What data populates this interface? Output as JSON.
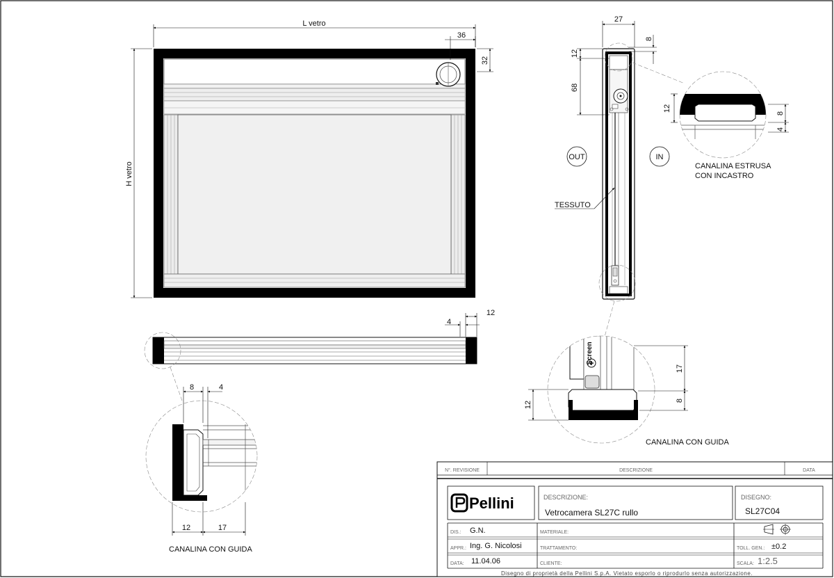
{
  "front_view": {
    "width_label": "L vetro",
    "height_label": "H vetro",
    "dim_36": "36",
    "dim_32": "32"
  },
  "section_view": {
    "dim_27": "27",
    "dim_8": "8",
    "dim_12": "12",
    "dim_68": "68",
    "out_label": "OUT",
    "in_label": "IN",
    "tessuto_label": "TESSUTO"
  },
  "detail_top": {
    "dim_12": "12",
    "dim_8": "8",
    "dim_4": "4",
    "caption_line1": "CANALINA ESTRUSA",
    "caption_line2": "CON INCASTRO"
  },
  "plan_view": {
    "dim_4": "4",
    "dim_12": "12"
  },
  "detail_left": {
    "dim_8": "8",
    "dim_4": "4",
    "dim_12": "12",
    "dim_17": "17",
    "caption": "CANALINA CON GUIDA"
  },
  "detail_bottom": {
    "dim_17": "17",
    "dim_8": "8",
    "dim_12": "12",
    "screen_text": "Screen",
    "caption": "CANALINA CON GUIDA"
  },
  "title_block": {
    "col_revision": "N°. REVISIONE",
    "col_description": "DESCRIZIONE",
    "col_date": "DATA",
    "logo": "Pellini",
    "descrizione_label": "DESCRIZIONE:",
    "descrizione_value": "Vetrocamera SL27C rullo",
    "disegno_label": "DISEGNO:",
    "disegno_value": "SL27C04",
    "dis_label": "DIS.:",
    "dis_value": "G.N.",
    "materiale_label": "MATERIALE:",
    "appr_label": "APPR.:",
    "appr_value": "Ing. G. Nicolosi",
    "trattamento_label": "TRATTAMENTO:",
    "toll_label": "TOLL. GEN.:",
    "toll_value": "±0.2",
    "data_label": "DATA:",
    "data_value": "11.04.06",
    "cliente_label": "CLIENTE:",
    "scala_label": "SCALA:",
    "scala_value": "1:2.5",
    "footer": "Disegno di proprietà della Pellini S.p.A. Vietato esporlo o riprodurlo senza autorizzazione."
  }
}
